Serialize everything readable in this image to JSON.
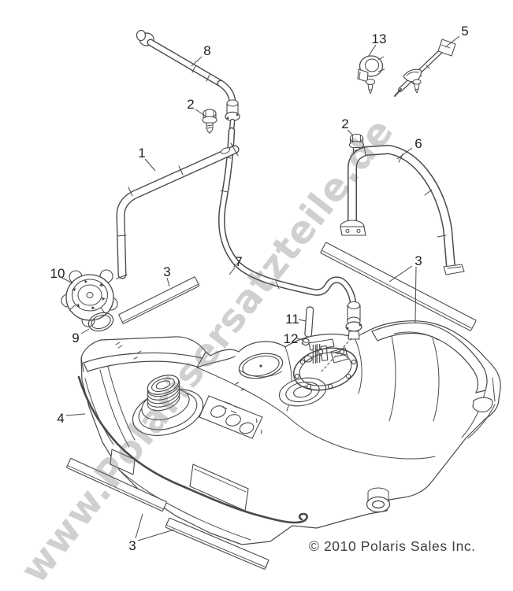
{
  "watermark": {
    "text": "www.Polarisersatzteile.de",
    "color": "#d0d0d0"
  },
  "copyright": {
    "text": "© 2010 Polaris Sales Inc."
  },
  "colors": {
    "line": "#4a4a4a",
    "background": "#ffffff",
    "label": "#1f1f1f"
  },
  "callouts": [
    {
      "num": "8"
    },
    {
      "num": "2"
    },
    {
      "num": "1"
    },
    {
      "num": "13"
    },
    {
      "num": "5"
    },
    {
      "num": "2"
    },
    {
      "num": "6"
    },
    {
      "num": "10"
    },
    {
      "num": "3"
    },
    {
      "num": "9"
    },
    {
      "num": "7"
    },
    {
      "num": "3"
    },
    {
      "num": "11"
    },
    {
      "num": "12"
    },
    {
      "num": "4"
    },
    {
      "num": "3"
    }
  ]
}
